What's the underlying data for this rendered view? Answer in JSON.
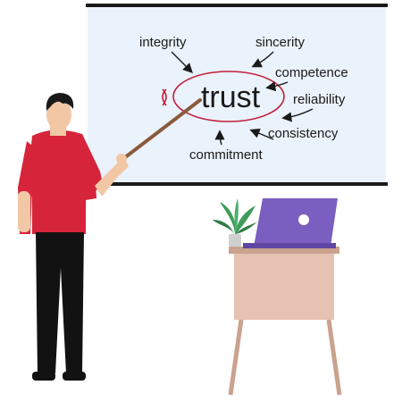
{
  "board": {
    "center_word": "trust",
    "words": {
      "integrity": "integrity",
      "sincerity": "sincerity",
      "competence": "competence",
      "reliability": "reliability",
      "consistency": "consistency",
      "commitment": "commitment"
    }
  },
  "colors": {
    "board_fill": "#eaf2fb",
    "board_frame": "#1a1a1a",
    "ellipse_stroke": "#c21f3a",
    "pointer": "#8a5a3c",
    "shirt": "#d6243a",
    "pants": "#121212",
    "skin": "#f2c7a6",
    "hair": "#1a1a1a",
    "laptop": "#7a5fc0",
    "desk": "#e5c2b2",
    "desk_legs": "#caa28e",
    "plant_leaf": "#3f9d5a",
    "pot": "#cfcfcf"
  },
  "icons": {
    "laptop_logo": "circle-logo-icon",
    "plant": "potted-plant-icon"
  }
}
